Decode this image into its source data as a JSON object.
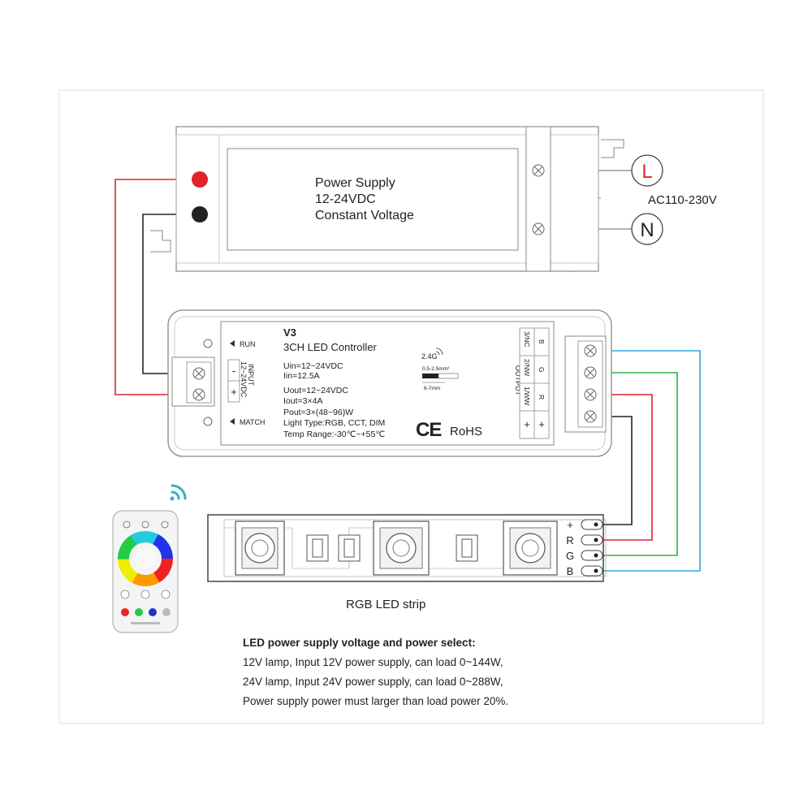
{
  "power_supply": {
    "title": "Power Supply",
    "voltage": "12-24VDC",
    "mode": "Constant Voltage"
  },
  "mains": {
    "label": "AC110-230V",
    "live": "L",
    "neutral": "N"
  },
  "controller": {
    "model": "V3",
    "name": "3CH LED Controller",
    "run": "RUN",
    "match": "MATCH",
    "input_label": "INPUT",
    "input_voltage": "12~24VDC",
    "input_minus": "-",
    "input_plus": "+",
    "specs": [
      "Uin=12~24VDC",
      "Iin=12.5A",
      "Uout=12~24VDC",
      "Iout=3×4A",
      "Pout=3×(48~96)W",
      "Light Type:RGB, CCT, DIM",
      "Temp Range:-30℃~+55℃"
    ],
    "wireless": "2.4G",
    "wire_gauge": "0.5-2.5mm²",
    "strip_length": "6-7mm",
    "ce": "CE",
    "rohs": "RoHS",
    "output_label": "OUTPUT",
    "output_channels": [
      {
        "name": "3/NC",
        "color": "B"
      },
      {
        "name": "2/NW",
        "color": "G"
      },
      {
        "name": "1/WW",
        "color": "R"
      },
      {
        "name": "+",
        "color": "+"
      }
    ]
  },
  "led_strip": {
    "label": "RGB LED strip",
    "pins": [
      "+",
      "R",
      "G",
      "B"
    ]
  },
  "wire_colors": {
    "red": "#e0242b",
    "black": "#222222",
    "green": "#2db34a",
    "blue": "#2aa9e0"
  },
  "notes": {
    "heading": "LED power supply voltage and power select:",
    "lines": [
      "12V lamp, Input 12V power supply, can load 0~144W,",
      "24V lamp, Input 24V power supply, can load 0~288W,",
      "Power supply power must larger than load power 20%."
    ]
  }
}
